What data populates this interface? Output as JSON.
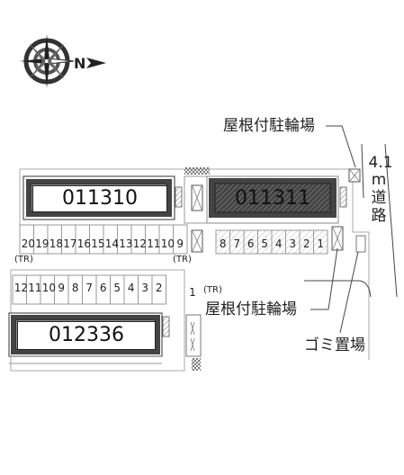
{
  "compass": {
    "north_letter": "N",
    "icon": "compass-rose-icon"
  },
  "buildings": [
    {
      "id": "b1",
      "label": "011310",
      "highlighted": false
    },
    {
      "id": "b2",
      "label": "011311",
      "highlighted": true
    },
    {
      "id": "b3",
      "label": "012336",
      "highlighted": false
    }
  ],
  "parking": {
    "row_top_left": [
      "20",
      "19",
      "18",
      "17",
      "16",
      "15",
      "14",
      "13",
      "12",
      "11",
      "10",
      "9"
    ],
    "row_top_right": [
      "8",
      "7",
      "6",
      "5",
      "4",
      "3",
      "2",
      "1"
    ],
    "row_bottom": [
      "12",
      "11",
      "10",
      "9",
      "8",
      "7",
      "6",
      "5",
      "4",
      "3",
      "2"
    ],
    "single": "1",
    "tr_marks": [
      "(TR)",
      "(TR)",
      "(TR)"
    ]
  },
  "labels": {
    "bike_shelter_top": "屋根付駐輪場",
    "bike_shelter_bottom": "屋根付駐輪場",
    "garbage": "ゴミ置場",
    "road_width": "4.1",
    "road_unit": "m",
    "road_chars": [
      "道",
      "路"
    ]
  }
}
